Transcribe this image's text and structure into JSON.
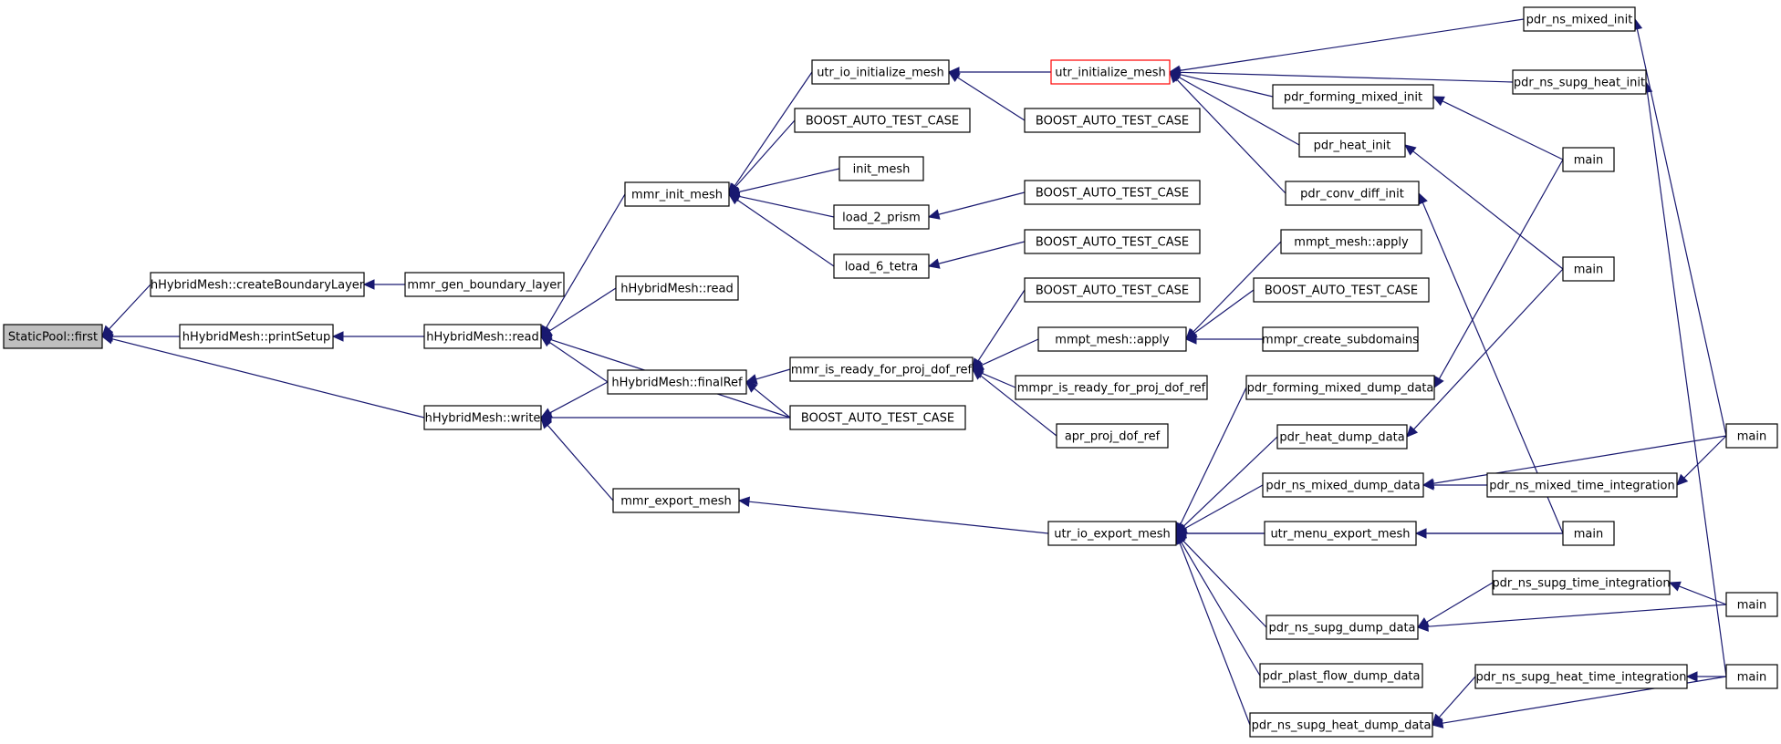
{
  "graph": {
    "colors": {
      "edge": "#191970",
      "highlight": "#ff0000",
      "root_fill": "#bfbfbf",
      "node_fill": "#ffffff"
    },
    "nodes": [
      {
        "id": "n_root",
        "label": "StaticPool::first"
      },
      {
        "id": "n_cbl",
        "label": "hHybridMesh::createBoundaryLayer"
      },
      {
        "id": "n_mgbl",
        "label": "mmr_gen_boundary_layer"
      },
      {
        "id": "n_ps",
        "label": "hHybridMesh::printSetup"
      },
      {
        "id": "n_read",
        "label": "hHybridMesh::read"
      },
      {
        "id": "n_write",
        "label": "hHybridMesh::write"
      },
      {
        "id": "n_mim",
        "label": "mmr_init_mesh"
      },
      {
        "id": "n_read2",
        "label": "hHybridMesh::read"
      },
      {
        "id": "n_fr",
        "label": "hHybridMesh::finalRef"
      },
      {
        "id": "n_mem",
        "label": "mmr_export_mesh"
      },
      {
        "id": "n_uiim",
        "label": "utr_io_initialize_mesh"
      },
      {
        "id": "n_batc1",
        "label": "BOOST_AUTO_TEST_CASE"
      },
      {
        "id": "n_initm",
        "label": "init_mesh"
      },
      {
        "id": "n_l2p",
        "label": "load_2_prism"
      },
      {
        "id": "n_l6t",
        "label": "load_6_tetra"
      },
      {
        "id": "n_mirpdr",
        "label": "mmr_is_ready_for_proj_dof_ref"
      },
      {
        "id": "n_batc2",
        "label": "BOOST_AUTO_TEST_CASE"
      },
      {
        "id": "n_uim",
        "label": "utr_initialize_mesh"
      },
      {
        "id": "n_batc3",
        "label": "BOOST_AUTO_TEST_CASE"
      },
      {
        "id": "n_batc4",
        "label": "BOOST_AUTO_TEST_CASE"
      },
      {
        "id": "n_batc5",
        "label": "BOOST_AUTO_TEST_CASE"
      },
      {
        "id": "n_batc6",
        "label": "BOOST_AUTO_TEST_CASE"
      },
      {
        "id": "n_mmapply",
        "label": "mmpt_mesh::apply"
      },
      {
        "id": "n_mmpirpdr",
        "label": "mmpr_is_ready_for_proj_dof_ref"
      },
      {
        "id": "n_apdr",
        "label": "apr_proj_dof_ref"
      },
      {
        "id": "n_uiem",
        "label": "utr_io_export_mesh"
      },
      {
        "id": "n_pfmi",
        "label": "pdr_forming_mixed_init"
      },
      {
        "id": "n_phi",
        "label": "pdr_heat_init"
      },
      {
        "id": "n_pcdi",
        "label": "pdr_conv_diff_init"
      },
      {
        "id": "n_mmapply2",
        "label": "mmpt_mesh::apply"
      },
      {
        "id": "n_batc7",
        "label": "BOOST_AUTO_TEST_CASE"
      },
      {
        "id": "n_mcs",
        "label": "mmpr_create_subdomains"
      },
      {
        "id": "n_pfmdd",
        "label": "pdr_forming_mixed_dump_data"
      },
      {
        "id": "n_phdd",
        "label": "pdr_heat_dump_data"
      },
      {
        "id": "n_pnmdd",
        "label": "pdr_ns_mixed_dump_data"
      },
      {
        "id": "n_umem",
        "label": "utr_menu_export_mesh"
      },
      {
        "id": "n_pnsdd",
        "label": "pdr_ns_supg_dump_data"
      },
      {
        "id": "n_ppfdd",
        "label": "pdr_plast_flow_dump_data"
      },
      {
        "id": "n_pnshdd",
        "label": "pdr_ns_supg_heat_dump_data"
      },
      {
        "id": "n_pnmi",
        "label": "pdr_ns_mixed_init"
      },
      {
        "id": "n_pnshi",
        "label": "pdr_ns_supg_heat_init"
      },
      {
        "id": "n_main1",
        "label": "main"
      },
      {
        "id": "n_main2",
        "label": "main"
      },
      {
        "id": "n_pnmti",
        "label": "pdr_ns_mixed_time_integration"
      },
      {
        "id": "n_main3",
        "label": "main"
      },
      {
        "id": "n_pnsti",
        "label": "pdr_ns_supg_time_integration"
      },
      {
        "id": "n_pnshti",
        "label": "pdr_ns_supg_heat_time_integration"
      },
      {
        "id": "n_main4",
        "label": "main"
      },
      {
        "id": "n_main5",
        "label": "main"
      },
      {
        "id": "n_main6",
        "label": "main"
      }
    ]
  }
}
